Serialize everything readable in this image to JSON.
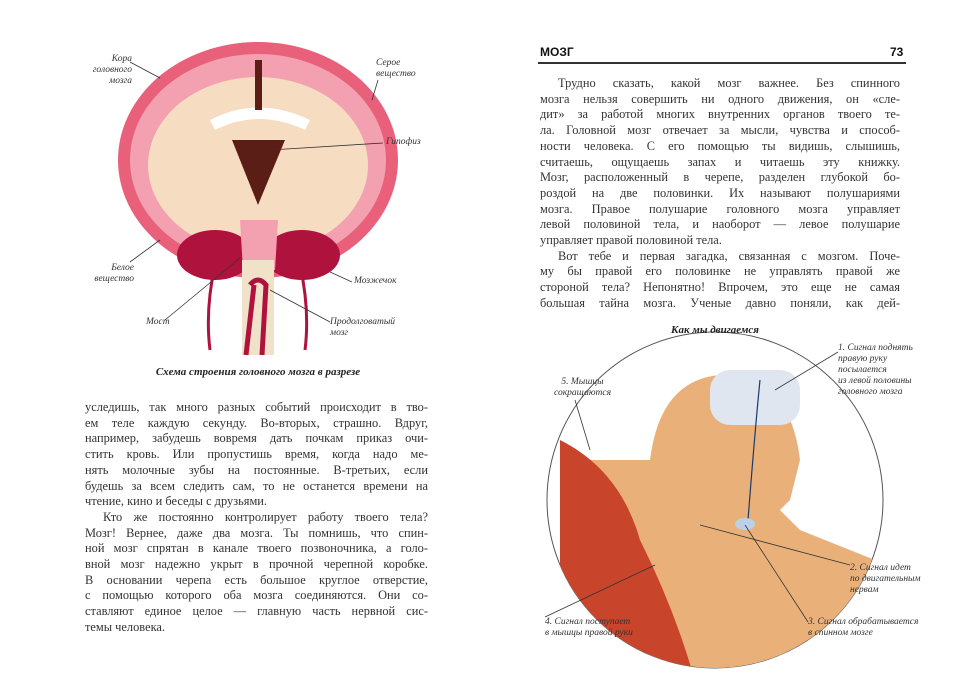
{
  "left_page": {
    "figure": {
      "caption": "Схема строения головного мозга в разрезе",
      "labels": {
        "cortex": [
          "Кора",
          "головного",
          "мозга"
        ],
        "gray_matter": [
          "Серое",
          "вещество"
        ],
        "pituitary": "Гипофиз",
        "white_matter": [
          "Белое",
          "вещество"
        ],
        "cerebellum": "Мозжечок",
        "pons": "Мост",
        "medulla": [
          "Продолговатый",
          "мозг"
        ]
      }
    },
    "lines": [
      "уследишь, так много разных событий происходит в тво-",
      "ем теле каждую секунду. Во-вторых, страшно. Вдруг,",
      "например, забудешь вовремя дать почкам приказ очи-",
      "стить кровь. Или пропустишь время, когда надо ме-",
      "нять молочные зубы на постоянные. В-третьих, если",
      "будешь за всем следить сам, то не останется времени на",
      "чтение, кино и беседы с друзьями.",
      "Кто же постоянно контролирует работу твоего тела?",
      "Мозг! Вернее, даже два мозга. Ты помнишь, что спин-",
      "ной мозг спрятан в канале твоего позвоночника, а голо-",
      "вной мозг надежно укрыт в прочной черепной коробке.",
      "В основании черепа есть большое круглое отверстие,",
      "с помощью которого оба мозга соединяются. Они со-",
      "ставляют единое целое — главную часть нервной сис-",
      "темы человека."
    ]
  },
  "right_page": {
    "running_head": "МОЗГ",
    "page_number": "73",
    "lines": [
      "Трудно сказать, какой мозг важнее. Без спинного",
      "мозга нельзя совершить ни одного движения, он «сле-",
      "дит» за работой многих внутренних органов твоего те-",
      "ла. Головной мозг отвечает за мысли, чувства и способ-",
      "ности человека. С его помощью ты видишь, слышишь,",
      "считаешь, ощущаешь запах и читаешь эту книжку.",
      "Мозг, расположенный в черепе, разделен глубокой бо-",
      "роздой на две половинки. Их называют полушариями",
      "мозга. Правое полушарие головного мозга управляет",
      "левой половиной тела, и наоборот — левое полушарие",
      "управляет правой половиной тела.",
      "Вот тебе и первая загадка, связанная с мозгом. Поче-",
      "му бы правой его половинке не управлять правой же",
      "стороной тела? Непонятно! Впрочем, это еще не самая",
      "большая тайна мозга. Ученые давно поняли, как дей-"
    ],
    "figure": {
      "caption": "Как мы двигаемся",
      "labels": {
        "step1": [
          "1. Сигнал поднять",
          "правую руку",
          "посылается",
          "из левой половины",
          "головного мозга"
        ],
        "step2": [
          "2. Сигнал идет",
          "по двигательным",
          "нервам"
        ],
        "step3": [
          "3. Сигнал обрабатывается",
          "в спинном мозге"
        ],
        "step4": [
          "4. Сигнал поступает",
          "в мышцы правой руки"
        ],
        "step5": [
          "5. Мышцы",
          "сокращаются"
        ]
      }
    }
  },
  "colors": {
    "cortex": "#e8607a",
    "white_matter": "#f6dcc0",
    "cerebellum": "#b0123e",
    "skin": "#e9b07a",
    "muscle": "#c8442a"
  }
}
